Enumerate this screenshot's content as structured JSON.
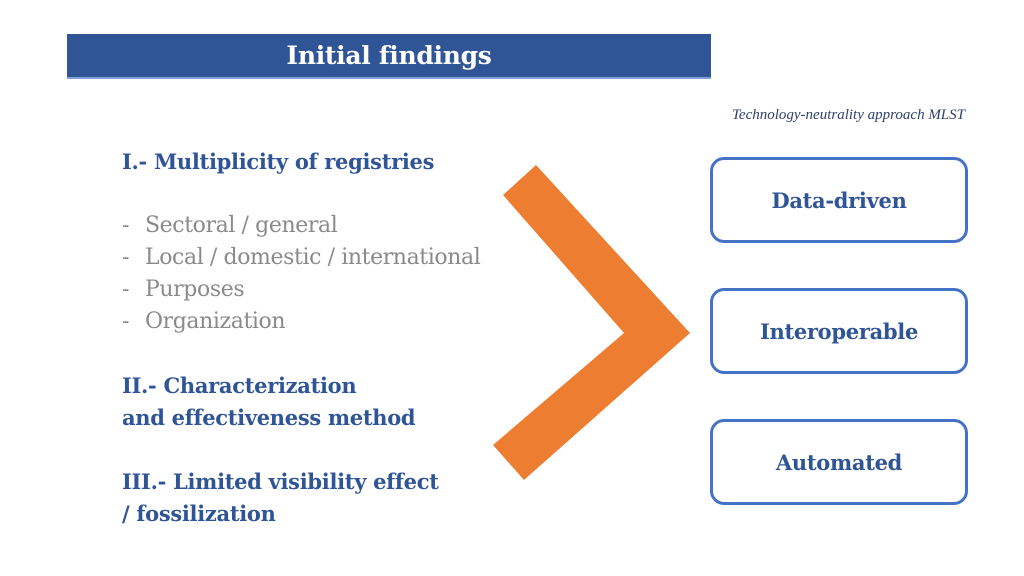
{
  "title": "Initial findings",
  "approach_label": "Technology-neutrality approach MLST",
  "left": {
    "heading1": "I.- Multiplicity of  registries",
    "bullets": [
      {
        "marker": "-",
        "text": "Sectoral / general"
      },
      {
        "marker": "-",
        "text": "Local / domestic / international"
      },
      {
        "marker": "-",
        "text": "Purposes"
      },
      {
        "marker": "-",
        "text": "Organization"
      }
    ],
    "heading2_line1": "II.- Characterization",
    "heading2_line2": "and effectiveness method",
    "heading3_line1": "III.- Limited visibility effect",
    "heading3_line2": "/ fossilization"
  },
  "boxes": [
    {
      "label": "Data-driven"
    },
    {
      "label": "Interoperable"
    },
    {
      "label": "Automated"
    }
  ],
  "colors": {
    "banner": "#2f5597",
    "heading_text": "#2f5597",
    "bullet_text": "#8a8a8a",
    "chevron": "#ed7d31",
    "box_border": "#4472c4"
  },
  "icons": {
    "arrow": "chevron-right-icon"
  }
}
